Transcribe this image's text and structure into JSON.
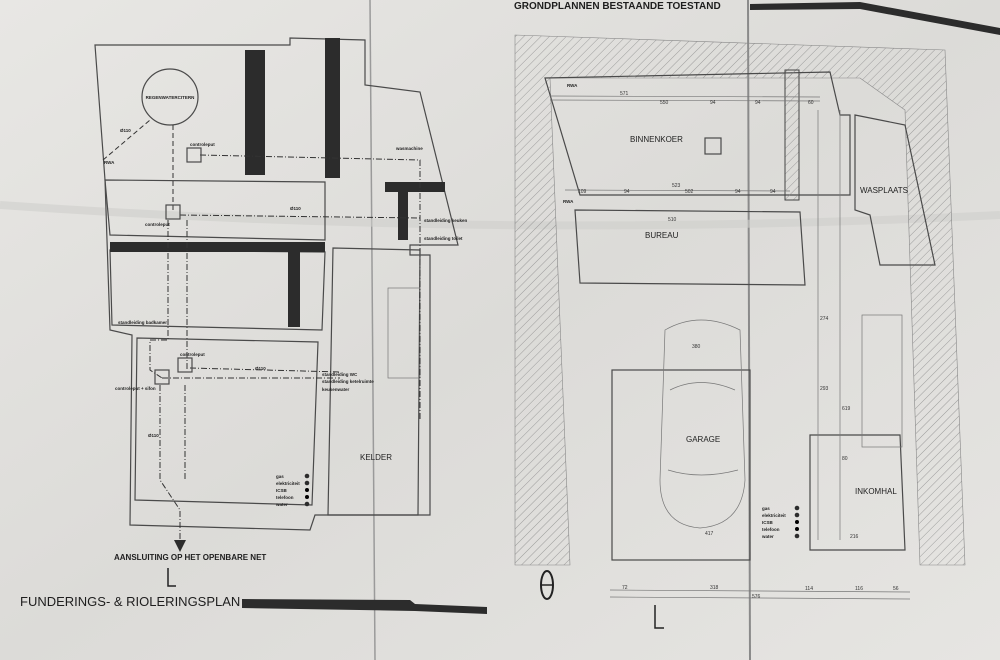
{
  "left_plan": {
    "title": "FUNDERINGS- & RIOLERINGSPLAN",
    "outlet_label": "AANSLUITING OP HET OPENBARE NET",
    "cistern_label": "REGENWATERCITERN",
    "inspection_pit": "controleput",
    "inspection_pit_siphon": "controleput + sifon",
    "rwa": "RWA",
    "washing_machine": "wasmachine",
    "riser_kitchen": "standleiding keuken",
    "riser_boiler": "standleiding ketelruimte",
    "riser_wc": "standleiding WC",
    "riser_bathroom": "standleiding badkamer",
    "riser_toilet": "standleiding toilet",
    "kitchen_water": "keukenwater",
    "pipe_dia": "Ø110",
    "room_cellar": "KELDER",
    "utilities": [
      "gas",
      "elektriciteit",
      "ICSB",
      "telefoon",
      "water"
    ]
  },
  "right_plan": {
    "title": "GRONDPLANNEN BESTAANDE TOESTAND",
    "rooms": {
      "courtyard": "BINNENKOER",
      "office": "BUREAU",
      "laundry": "WASPLAATS",
      "garage": "GARAGE",
      "hall": "INKOMHAL"
    },
    "rwa": "RWA",
    "utilities": [
      "gas",
      "elektriciteit",
      "ICSB",
      "telefoon",
      "water"
    ],
    "dimensions": {
      "top": [
        "571",
        "550",
        "94",
        "94",
        "60"
      ],
      "courtyard_bottom": [
        "109",
        "94",
        "523",
        "502",
        "94",
        "94"
      ],
      "office_top": "510",
      "garage_width": "417",
      "car": "380",
      "bottom_row": [
        "72",
        "318",
        "114",
        "116",
        "56"
      ],
      "bottom_total": "576",
      "vertical": [
        "274",
        "293",
        "619",
        "80",
        "216"
      ]
    }
  }
}
